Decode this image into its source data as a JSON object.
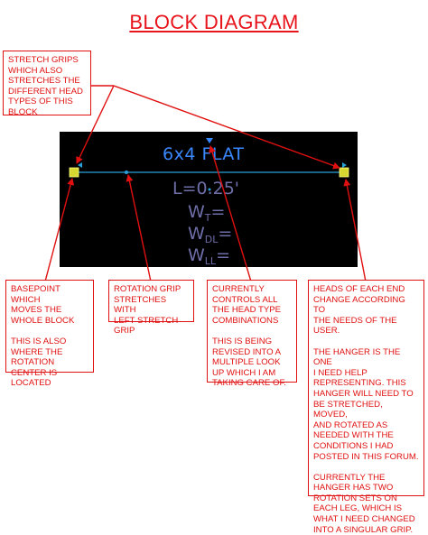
{
  "title": "BLOCK DIAGRAM",
  "annotations": {
    "stretch_grips": "STRETCH GRIPS\nWHICH ALSO\nSTRETCHES THE\nDIFFERENT HEAD\nTYPES OF THIS\nBLOCK",
    "basepoint": "BASEPOINT WHICH\nMOVES THE\nWHOLE BLOCK\n\nTHIS IS ALSO\nWHERE THE\nROTATION\nCENTER IS\nLOCATED",
    "rotation_grip": "ROTATION GRIP\nSTRETCHES WITH\nLEFT STRETCH\nGRIP",
    "currently_controls": "CURRENTLY\nCONTROLS ALL\nTHE HEAD TYPE\nCOMBINATIONS\n\nTHIS IS BEING\nREVISED INTO A\nMULTIPLE LOOK\nUP WHICH I AM\nTAKING CARE OF.",
    "heads": "HEADS OF EACH END\nCHANGE ACCORDING TO\nTHE NEEDS OF THE\nUSER.\n\nTHE HANGER IS THE ONE\nI NEED HELP\nREPRESENTING. THIS\nHANGER WILL NEED TO\nBE STRETCHED, MOVED,\nAND ROTATED AS\nNEEDED WITH THE\nCONDITIONS I HAD\nPOSTED IN THIS FORUM.\n\nCURRENTLY THE\nHANGER HAS TWO\nROTATION SETS ON\nEACH LEG, WHICH IS\nWHAT I NEED CHANGED\nINTO A SINGULAR GRIP."
  },
  "cad": {
    "label": "6x4 FLAT",
    "length": "L=0.25'",
    "w_prefix": "W",
    "wt_sub": "T",
    "wdl_sub": "DL",
    "wll_sub": "LL",
    "equals": "=",
    "colors": {
      "label": "#3a88ff",
      "text": "#6e6ea8",
      "grip": "#d8d830",
      "line": "#29a0d8",
      "annotation": "#e01010"
    }
  }
}
